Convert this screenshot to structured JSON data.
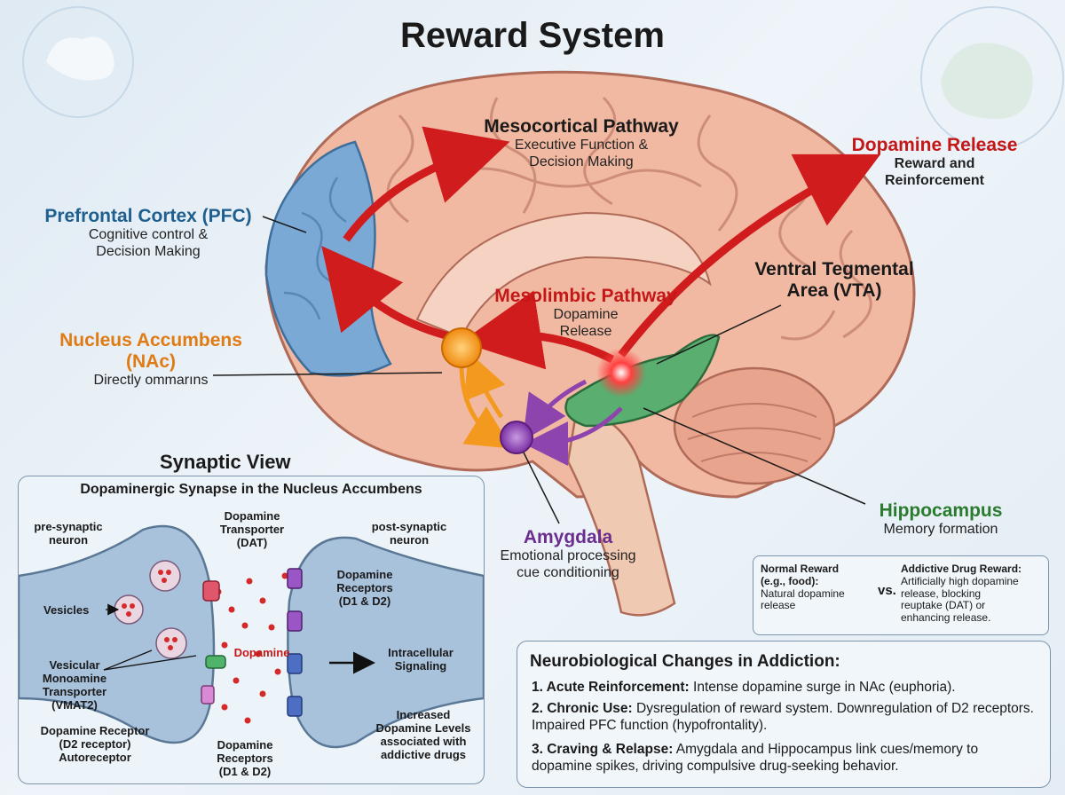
{
  "title": "Reward System",
  "labels": {
    "pfc_title": "Prefrontal Cortex (PFC)",
    "pfc_sub1": "Cognitive control &",
    "pfc_sub2": "Decision Making",
    "mesocortical_title": "Mesocortical Pathway",
    "mesocortical_sub1": "Executive Function &",
    "mesocortical_sub2": "Decision Making",
    "dopamine_release_title": "Dopamine Release",
    "dopamine_release_sub1": "Reward and",
    "dopamine_release_sub2": "Reinforcement",
    "vta_title1": "Ventral Tegmental",
    "vta_title2": "Area (VTA)",
    "mesolimbic_title": "Mesolimbic Pathway",
    "mesolimbic_sub1": "Dopamine",
    "mesolimbic_sub2": "Release",
    "nac_title1": "Nucleus Accumbens",
    "nac_title2": "(NAc)",
    "nac_sub": "Directly ommarıns",
    "amygdala_title": "Amygdala",
    "amygdala_sub1": "Emotional processing",
    "amygdala_sub2": "cue conditioning",
    "hippocampus_title": "Hippocampus",
    "hippocampus_sub": "Memory formation"
  },
  "synaptic": {
    "title": "Synaptic View",
    "subtitle": "Dopaminergic Synapse in the Nucleus Accumbens",
    "pre1": "pre-synaptic",
    "pre2": "neuron",
    "post1": "post-synaptic",
    "post2": "neuron",
    "dat1": "Dopamine",
    "dat2": "Transporter",
    "dat3": "(DAT)",
    "vesicles": "Vesicles",
    "vmat1": "Vesicular",
    "vmat2": "Monoamine",
    "vmat3": "Transporter",
    "vmat4": "(VMAT2)",
    "dopamine": "Dopamine",
    "drec1": "Dopamine",
    "drec2": "Receptors",
    "drec3": "(D1 & D2)",
    "intra1": "Intracellular",
    "intra2": "Signaling",
    "auto1": "Dopamine Receptor",
    "auto2": "(D2 receptor)",
    "auto3": "Autoreceptor",
    "brec1": "Dopamine",
    "brec2": "Receptors",
    "brec3": "(D1 & D2)",
    "inc1": "Increased",
    "inc2": "Dopamine Levels",
    "inc3": "associated with",
    "inc4": "addictive drugs"
  },
  "comparison": {
    "normal_title1": "Normal Reward",
    "normal_title2": "(e.g., food):",
    "normal_text1": "Natural dopamine",
    "normal_text2": "release",
    "vs": "vs.",
    "drug_title": "Addictive Drug Reward:",
    "drug_text1": "Artificially high dopamine",
    "drug_text2": "release, blocking",
    "drug_text3": "reuptake (DAT) or",
    "drug_text4": "enhancing release."
  },
  "changes": {
    "heading": "Neurobiological Changes in Addiction:",
    "items": [
      {
        "label": "1. Acute Reinforcement:",
        "text": " Intense dopamine surge in NAc (euphoria)."
      },
      {
        "label": "2. Chronic Use:",
        "text": " Dysregulation of reward system. Downregulation of D2 receptors. Impaired PFC function (hypofrontality)."
      },
      {
        "label": "3. Craving & Relapse:",
        "text": " Amygdala and Hippocampus link cues/memory to dopamine spikes, driving compulsive drug-seeking behavior."
      }
    ]
  },
  "colors": {
    "brain": "#f2b9a2",
    "pfc": "#7aa9d6",
    "pathway_red": "#d01c1c",
    "nac": "#f39a1e",
    "amygdala": "#8e44ad",
    "vta": "#3f9d56",
    "title_blue": "#1f5f8f"
  }
}
